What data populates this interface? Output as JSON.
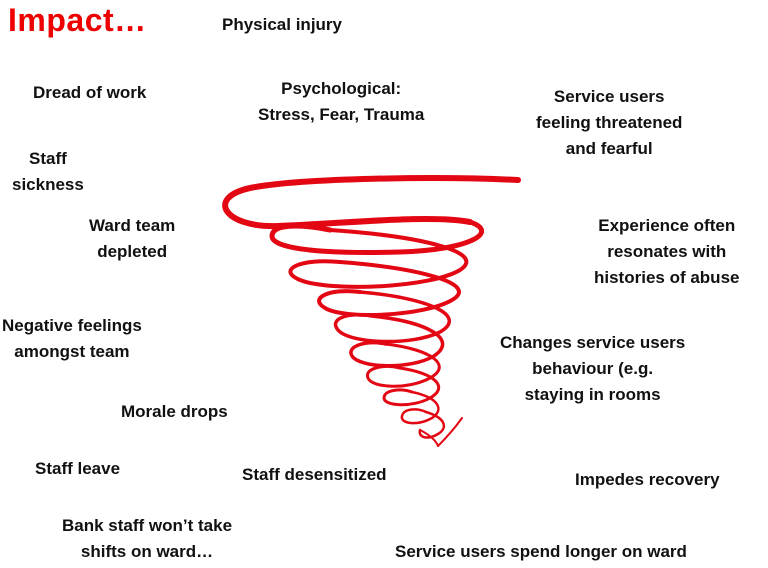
{
  "title": "Impact…",
  "colors": {
    "title": "#ee0000",
    "spiral": "#e30613",
    "text": "#111111"
  },
  "spiral_icon": "red-vortex-spiral",
  "labels": {
    "physical_injury": [
      "Physical injury"
    ],
    "dread_of_work": [
      "Dread of work"
    ],
    "psychological": [
      "Psychological:",
      "Stress, Fear, Trauma"
    ],
    "service_users_threatened": [
      "Service users",
      "feeling threatened",
      "and fearful"
    ],
    "staff_sickness": [
      "Staff",
      "sickness"
    ],
    "ward_team_depleted": [
      "Ward team",
      "depleted"
    ],
    "experience_resonates": [
      "Experience often",
      "resonates with",
      "histories of abuse"
    ],
    "negative_feelings": [
      "Negative feelings",
      "amongst team"
    ],
    "changes_behaviour": [
      "Changes service users",
      "behaviour (e.g.",
      "staying in rooms"
    ],
    "morale_drops": [
      "Morale drops"
    ],
    "staff_leave": [
      "Staff leave"
    ],
    "staff_desensitized": [
      "Staff desensitized"
    ],
    "impedes_recovery": [
      "Impedes recovery"
    ],
    "bank_staff": [
      "Bank staff won’t take",
      "shifts on ward…"
    ],
    "longer_on_ward": [
      "Service users spend longer on ward"
    ]
  }
}
